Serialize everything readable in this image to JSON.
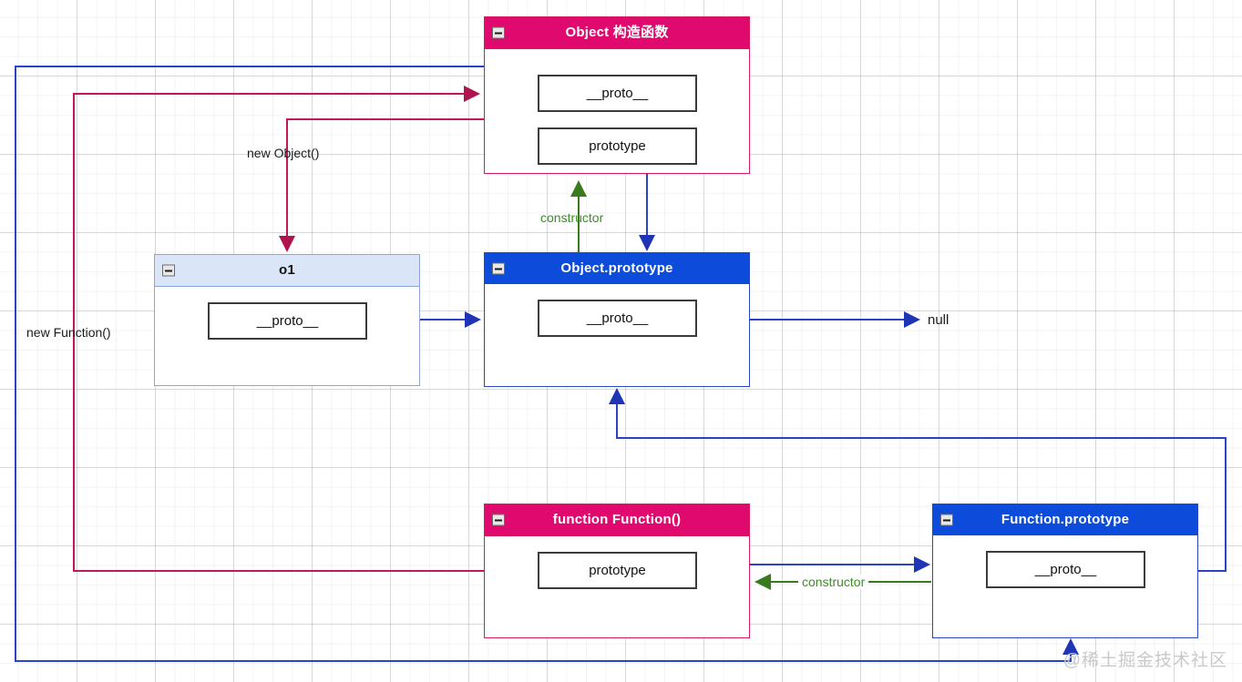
{
  "diagram": {
    "title_watermark": "@稀土掘金技术社区",
    "colors": {
      "magenta": "#e00a6e",
      "magenta_border": "#d81b60",
      "blue": "#0d4bdb",
      "blue_border": "#2b43c9",
      "light_blue_header": "#dae5f7",
      "light_blue_border": "#8ba6d6",
      "crimson_edge": "#c2185b",
      "blue_edge": "#2b43c9",
      "green_edge": "#3a8f22",
      "prop_border": "#3b3b3b"
    },
    "nodes": [
      {
        "id": "object-constructor",
        "title": "Object 构造函数",
        "style": "magenta",
        "properties": [
          "__proto__",
          "prototype"
        ]
      },
      {
        "id": "o1",
        "title": "o1",
        "style": "light",
        "properties": [
          "__proto__"
        ]
      },
      {
        "id": "object-prototype",
        "title": "Object.prototype",
        "style": "blue",
        "properties": [
          "__proto__"
        ]
      },
      {
        "id": "function-function",
        "title": "function Function()",
        "style": "magenta",
        "properties": [
          "prototype"
        ]
      },
      {
        "id": "function-prototype",
        "title": "Function.prototype",
        "style": "blue",
        "properties": [
          "__proto__"
        ]
      }
    ],
    "edge_labels": {
      "new_object": "new Object()",
      "new_function": "new Function()",
      "constructor_top": "constructor",
      "constructor_bottom": "constructor",
      "null_terminal": "null"
    },
    "icons": {
      "collapse": "collapse-minus-icon"
    }
  }
}
